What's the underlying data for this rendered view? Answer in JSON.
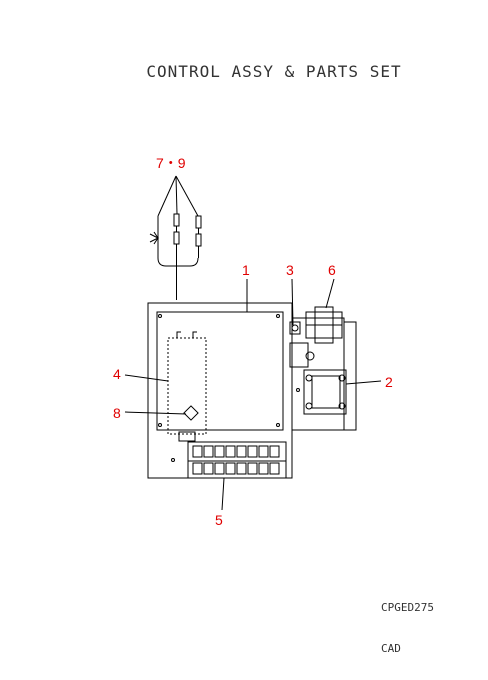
{
  "title": "CONTROL ASSY & PARTS SET",
  "drawing_code": "CPGED275",
  "cad_label": "CAD",
  "callouts": {
    "c1": "1",
    "c2": "2",
    "c3": "3",
    "c4": "4",
    "c5": "5",
    "c6": "6",
    "c79": "7・9",
    "c8": "8"
  },
  "colors": {
    "callout": "#e00000",
    "line": "#000000",
    "text": "#333333"
  }
}
